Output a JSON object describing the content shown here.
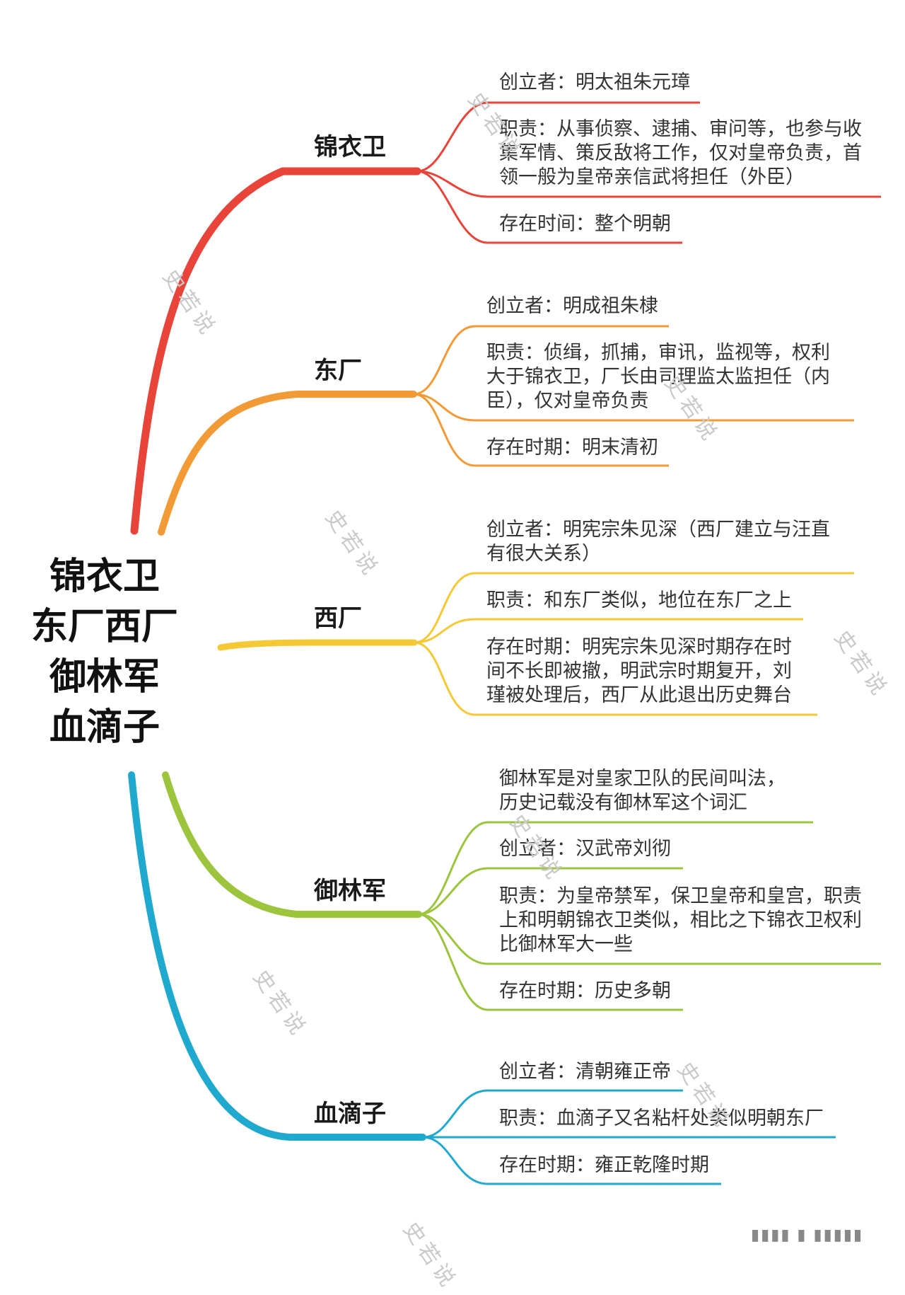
{
  "colors": {
    "red": "#e8443a",
    "orange": "#f29a35",
    "yellow": "#f5c935",
    "green": "#9cc43d",
    "blue": "#1fa9cf"
  },
  "root": {
    "lines": [
      "锦衣卫",
      "东厂西厂",
      "御林军",
      "血滴子"
    ]
  },
  "branches": [
    {
      "name": "锦衣卫",
      "color": "red",
      "items": [
        "创立者：明太祖朱元璋",
        "职责：从事侦察、逮捕、审问等，也参与收\n集军情、策反敌将工作，仅对皇帝负责，首\n领一般为皇帝亲信武将担任（外臣）",
        "存在时间：整个明朝"
      ]
    },
    {
      "name": "东厂",
      "color": "orange",
      "items": [
        "创立者：明成祖朱棣",
        "职责：侦缉，抓捕，审讯，监视等，权利\n大于锦衣卫，厂长由司理监太监担任（内\n臣），仅对皇帝负责",
        "存在时期：明末清初"
      ]
    },
    {
      "name": "西厂",
      "color": "yellow",
      "items": [
        "创立者：明宪宗朱见深（西厂建立与汪直\n有很大关系）",
        "职责：和东厂类似，地位在东厂之上",
        "存在时期：明宪宗朱见深时期存在时\n间不长即被撤，明武宗时期复开，刘\n瑾被处理后，西厂从此退出历史舞台"
      ]
    },
    {
      "name": "御林军",
      "color": "green",
      "items": [
        "御林军是对皇家卫队的民间叫法，\n历史记载没有御林军这个词汇",
        "创立者：汉武帝刘彻",
        "职责：为皇帝禁军，保卫皇帝和皇宫，职责\n上和明朝锦衣卫类似，相比之下锦衣卫权利\n比御林军大一些",
        "存在时期：历史多朝"
      ]
    },
    {
      "name": "血滴子",
      "color": "blue",
      "items": [
        "创立者：清朝雍正帝",
        "职责：血滴子又名粘杆处类似明朝东厂",
        "存在时期：雍正乾隆时期"
      ]
    }
  ],
  "watermark": "史若说"
}
